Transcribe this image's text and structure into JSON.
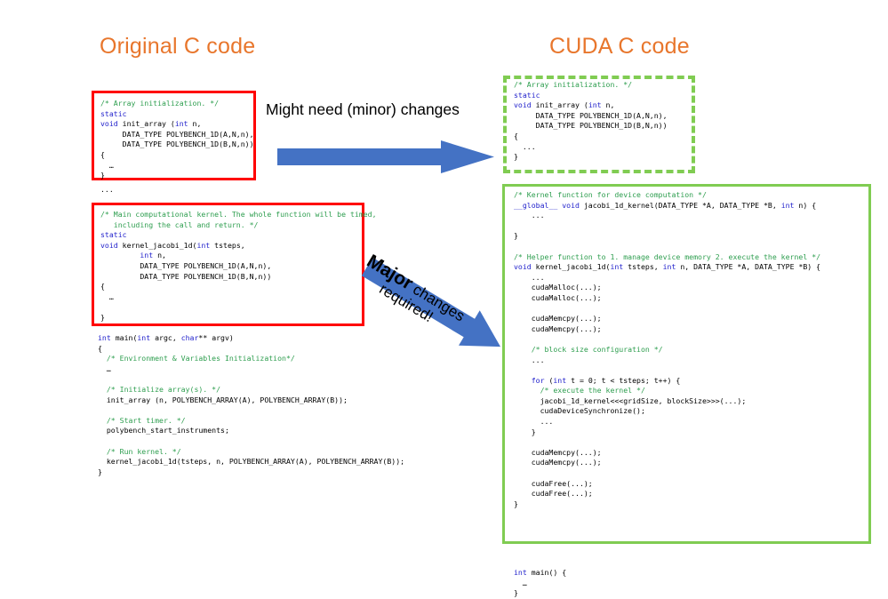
{
  "slide": {
    "title_left": "Original C code",
    "title_right": "CUDA C code",
    "accent_color": "#E8762C",
    "red_box_color": "#FF0000",
    "green_box_color": "#80CC52",
    "arrow_color": "#4472C4"
  },
  "arrows": {
    "top_label": "Might need (minor) changes",
    "diagonal_label_word1": "Major",
    "diagonal_label_word2": " changes",
    "diagonal_label_line2": "required!"
  },
  "left_column": {
    "init_array_code": "/* Array initialization. */\nstatic\nvoid init_array (int n,\n     DATA_TYPE POLYBENCH_1D(A,N,n),\n     DATA_TYPE POLYBENCH_1D(B,N,n))\n{\n  …\n}",
    "ellipsis": "...",
    "kernel_code": "/* Main computational kernel. The whole function will be timed,\n   including the call and return. */\nstatic\nvoid kernel_jacobi_1d(int tsteps,\n         int n,\n         DATA_TYPE POLYBENCH_1D(A,N,n),\n         DATA_TYPE POLYBENCH_1D(B,N,n))\n{\n  …\n\n}",
    "main_code": "int main(int argc, char** argv)\n{\n  /* Environment & Variables Initialization*/\n  …\n\n  /* Initialize array(s). */\n  init_array (n, POLYBENCH_ARRAY(A), POLYBENCH_ARRAY(B));\n\n  /* Start timer. */\n  polybench_start_instruments;\n\n  /* Run kernel. */\n  kernel_jacobi_1d(tsteps, n, POLYBENCH_ARRAY(A), POLYBENCH_ARRAY(B));\n}"
  },
  "right_column": {
    "init_array_code": "/* Array initialization. */\nstatic\nvoid init_array (int n,\n     DATA_TYPE POLYBENCH_1D(A,N,n),\n     DATA_TYPE POLYBENCH_1D(B,N,n))\n{\n  ...\n}",
    "cuda_body_code": "/* Kernel function for device computation */\n__global__ void jacobi_1d_kernel(DATA_TYPE *A, DATA_TYPE *B, int n) {\n    ...\n\n}\n\n/* Helper function to 1. manage device memory 2. execute the kernel */\nvoid kernel_jacobi_1d(int tsteps, int n, DATA_TYPE *A, DATA_TYPE *B) {\n    ...\n    cudaMalloc(...);\n    cudaMalloc(...);\n\n    cudaMemcpy(...);\n    cudaMemcpy(...);\n\n    /* block size configuration */\n    ...\n\n    for (int t = 0; t < tsteps; t++) {\n      /* execute the kernel */\n      jacobi_1d_kernel<<<gridSize, blockSize>>>(...);\n      cudaDeviceSynchronize();\n      ...\n    }\n\n    cudaMemcpy(...);\n    cudaMemcpy(...);\n\n    cudaFree(...);\n    cudaFree(...);\n}",
    "main_code": "int main() {\n  …\n}"
  }
}
